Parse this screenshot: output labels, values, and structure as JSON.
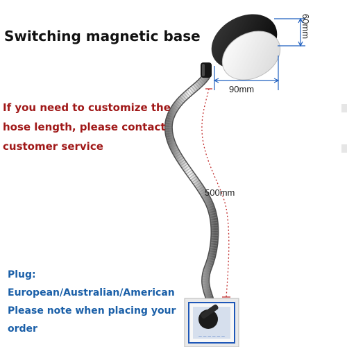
{
  "title": "Switching magnetic base",
  "notice": {
    "line1": "If you need to customize the",
    "line2": "hose length, please contact",
    "line3": "customer service"
  },
  "plug": {
    "line1": "Plug:",
    "line2": "European/Australian/American",
    "line3": "Please note when placing your",
    "line4": "order"
  },
  "dimensions": {
    "lamp_height": "60mm",
    "lamp_width": "90mm",
    "hose_length": "500mm"
  },
  "colors": {
    "title": "#111111",
    "notice": "#a01818",
    "plug": "#1a5fa8",
    "dimension_line": "#1f5fbf",
    "measure_dotted": "#c23030"
  }
}
